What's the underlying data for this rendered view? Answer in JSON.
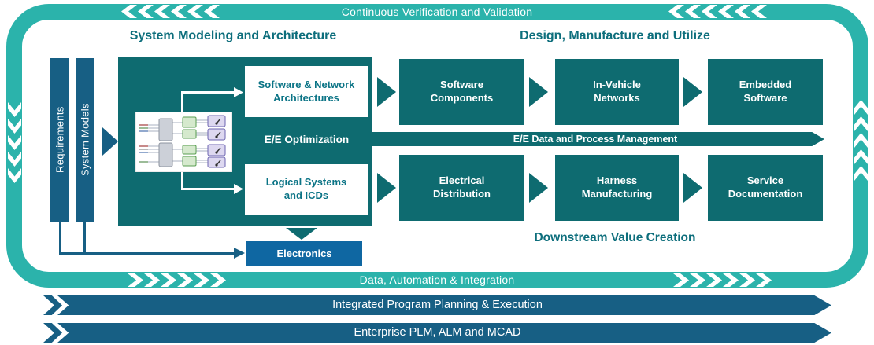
{
  "frame": {
    "top_band_label": "Continuous Verification and Validation",
    "bottom_band_label": "Data, Automation & Integration"
  },
  "section_headers": {
    "left": "System Modeling and Architecture",
    "right": "Design, Manufacture and Utilize"
  },
  "input_bars": [
    {
      "label": "Requirements"
    },
    {
      "label": "System Models"
    }
  ],
  "modeling_box": {
    "software_network_label": "Software & Network\nArchitectures",
    "ee_optimization_label": "E/E Optimization",
    "logical_systems_label": "Logical Systems\nand ICDs"
  },
  "ee_data_band_label": "E/E Data and Process Management",
  "top_flow": [
    "Software\nComponents",
    "In-Vehicle\nNetworks",
    "Embedded\nSoftware"
  ],
  "bottom_flow": [
    "Electrical\nDistribution",
    "Harness\nManufacturing",
    "Service\nDocumentation"
  ],
  "electronics_label": "Electronics",
  "downstream_label": "Downstream Value Creation",
  "program_band_label": "Integrated Program Planning & Execution",
  "enterprise_band_label": "Enterprise PLM, ALM and MCAD",
  "colors": {
    "teal_band": "#2bb3ab",
    "dark_teal": "#0e6b70",
    "steel_blue": "#175f84",
    "electronics_blue": "#0f67a2",
    "header_text": "#0d6e7c"
  }
}
